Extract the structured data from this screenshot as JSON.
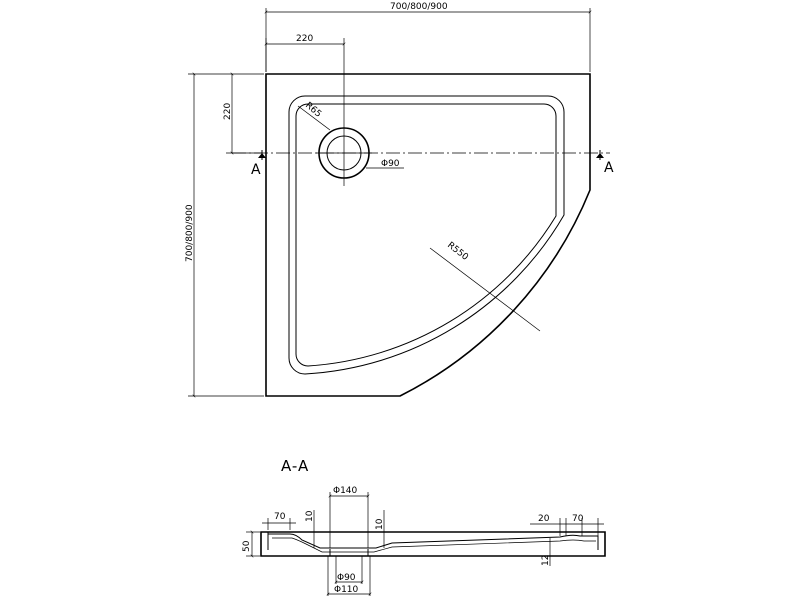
{
  "plan": {
    "overall_width": "700/800/900",
    "overall_depth": "700/800/900",
    "drain_offset_x": "220",
    "drain_offset_y": "220",
    "corner_radius": "R65",
    "drain_diameter": "Φ90",
    "arc_radius": "R550",
    "section_mark_left": "A",
    "section_mark_right": "A"
  },
  "section": {
    "title": "A-A",
    "top_diameter": "Φ140",
    "rim_left": "70",
    "rim_right": "70",
    "step_right": "20",
    "drop_left": "10",
    "drop_right": "10",
    "height": "50",
    "floor_depth": "12",
    "outlet_inner": "Φ90",
    "outlet_outer": "Φ110"
  }
}
